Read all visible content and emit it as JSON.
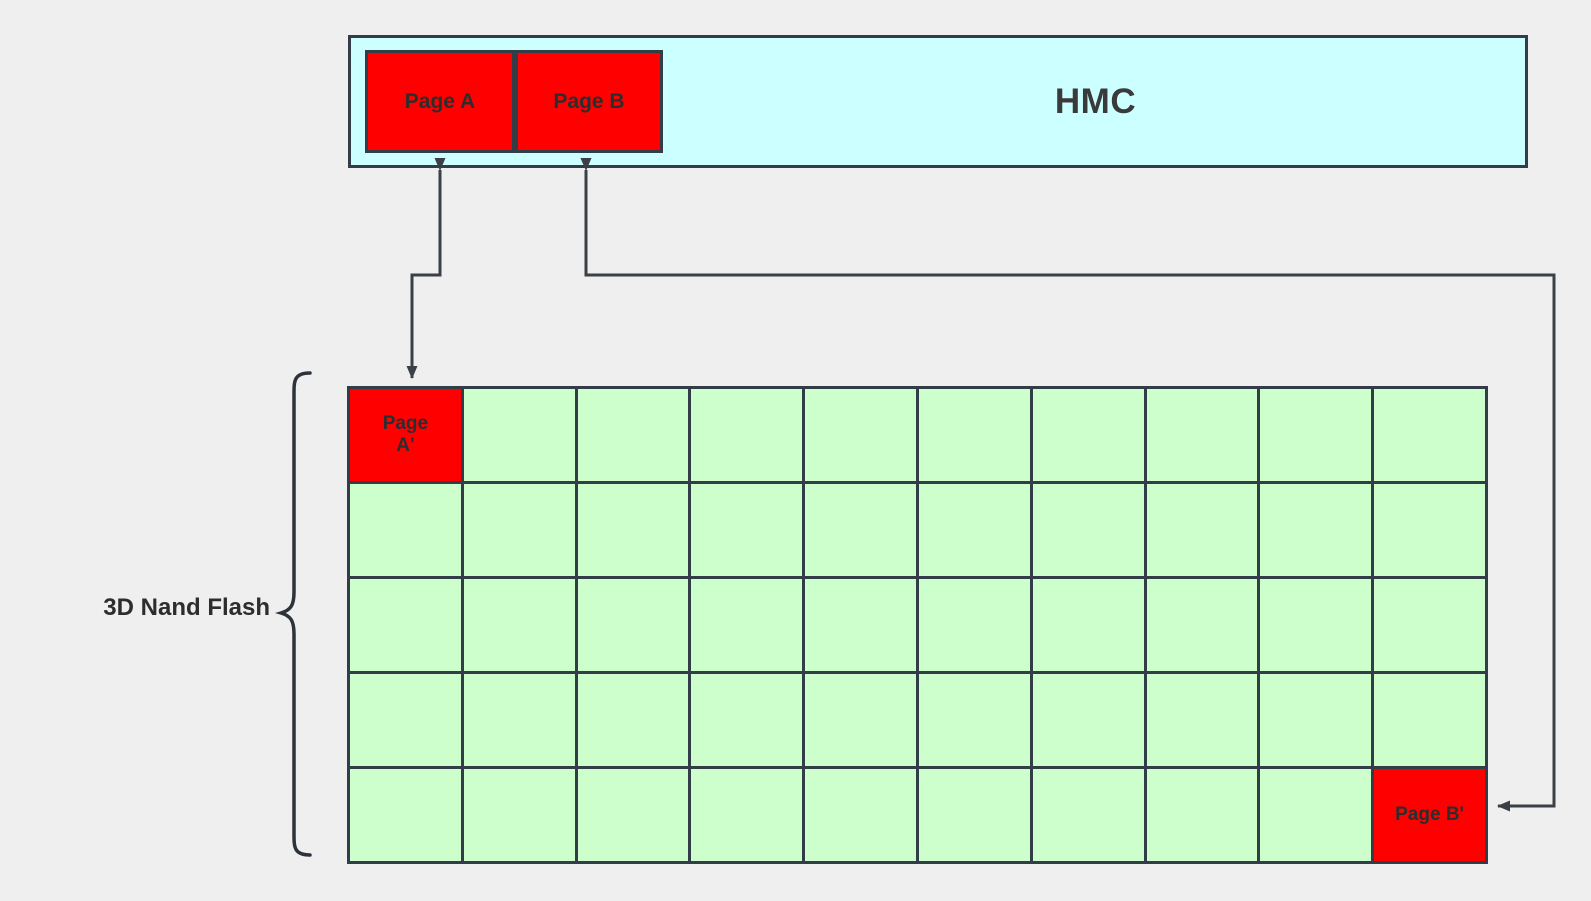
{
  "diagram": {
    "title": "HMC and 3D Nand Flash page migration",
    "background_color": "#efefef",
    "stroke_color": "#333d47",
    "colors": {
      "hmc_fill": "#ccffff",
      "flash_cell_fill": "#ccffcc",
      "hot_page_fill": "#ff0000",
      "text": "#2d2d2d"
    }
  },
  "hmc": {
    "label": "HMC",
    "pages": [
      {
        "label": "Page A"
      },
      {
        "label": "Page B"
      }
    ]
  },
  "flash": {
    "bracket_label": "3D Nand Flash",
    "rows": 5,
    "cols": 10,
    "cells": [
      [
        "Page\nA'",
        "",
        "",
        "",
        "",
        "",
        "",
        "",
        "",
        ""
      ],
      [
        "",
        "",
        "",
        "",
        "",
        "",
        "",
        "",
        "",
        ""
      ],
      [
        "",
        "",
        "",
        "",
        "",
        "",
        "",
        "",
        "",
        ""
      ],
      [
        "",
        "",
        "",
        "",
        "",
        "",
        "",
        "",
        "",
        ""
      ],
      [
        "",
        "",
        "",
        "",
        "",
        "",
        "",
        "",
        "",
        "Page B'"
      ]
    ],
    "highlighted": [
      {
        "row": 0,
        "col": 0,
        "label": "Page A'"
      },
      {
        "row": 4,
        "col": 9,
        "label": "Page B'"
      }
    ]
  },
  "arrows": [
    {
      "name": "page-a-migration",
      "from": "flash-cell-r0c0",
      "to": "hmc-page-a",
      "description": "Page A' in flash maps up to Page A in HMC, and Page A writes back down to Page A'"
    },
    {
      "name": "page-b-migration",
      "from": "flash-cell-r4c9",
      "to": "hmc-page-b",
      "description": "Page B' in flash maps up to Page B in HMC, routed around the right edge"
    }
  ]
}
